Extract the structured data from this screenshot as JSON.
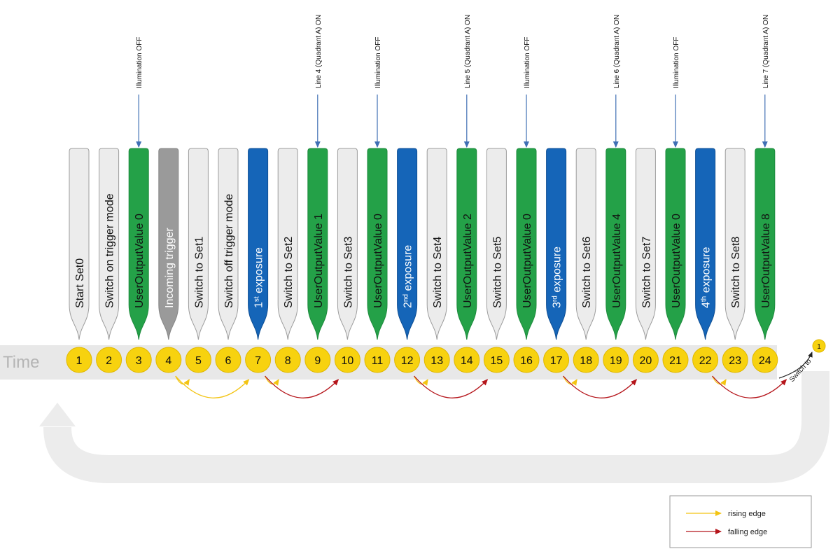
{
  "time_label": "Time",
  "steps": [
    {
      "n": "1",
      "label": "Start Set0",
      "kind": "white"
    },
    {
      "n": "2",
      "label": "Switch on trigger mode",
      "kind": "white"
    },
    {
      "n": "3",
      "label": "UserOutputValue 0",
      "kind": "green"
    },
    {
      "n": "4",
      "label": "Incoming trigger",
      "kind": "gray"
    },
    {
      "n": "5",
      "label": "Switch to Set1",
      "kind": "white"
    },
    {
      "n": "6",
      "label": "Switch off trigger mode",
      "kind": "white"
    },
    {
      "n": "7",
      "label": "exposure",
      "ordinal": "1",
      "sup": "st",
      "kind": "blue"
    },
    {
      "n": "8",
      "label": "Switch to Set2",
      "kind": "white"
    },
    {
      "n": "9",
      "label": "UserOutputValue 1",
      "kind": "green"
    },
    {
      "n": "10",
      "label": "Switch to Set3",
      "kind": "white"
    },
    {
      "n": "11",
      "label": "UserOutputValue 0",
      "kind": "green"
    },
    {
      "n": "12",
      "label": "exposure",
      "ordinal": "2",
      "sup": "nd",
      "kind": "blue"
    },
    {
      "n": "13",
      "label": "Switch to Set4",
      "kind": "white"
    },
    {
      "n": "14",
      "label": "UserOutputValue 2",
      "kind": "green"
    },
    {
      "n": "15",
      "label": "Switch to Set5",
      "kind": "white"
    },
    {
      "n": "16",
      "label": "UserOutputValue 0",
      "kind": "green"
    },
    {
      "n": "17",
      "label": "exposure",
      "ordinal": "3",
      "sup": "rd",
      "kind": "blue"
    },
    {
      "n": "18",
      "label": "Switch to Set6",
      "kind": "white"
    },
    {
      "n": "19",
      "label": "UserOutputValue 4",
      "kind": "green"
    },
    {
      "n": "20",
      "label": "Switch to Set7",
      "kind": "white"
    },
    {
      "n": "21",
      "label": "UserOutputValue 0",
      "kind": "green"
    },
    {
      "n": "22",
      "label": "exposure",
      "ordinal": "4",
      "sup": "th",
      "kind": "blue"
    },
    {
      "n": "23",
      "label": "Switch to Set8",
      "kind": "white"
    },
    {
      "n": "24",
      "label": "UserOutputValue 8",
      "kind": "green"
    }
  ],
  "annotations": [
    {
      "step": 3,
      "text": "Illumination OFF"
    },
    {
      "step": 9,
      "text": "Line 4 (Quadrant A) ON"
    },
    {
      "step": 11,
      "text": "Illumination OFF"
    },
    {
      "step": 14,
      "text": "Line 5 (Quadrant A) ON"
    },
    {
      "step": 16,
      "text": "Illumination OFF"
    },
    {
      "step": 19,
      "text": "Line 6 (Quadrant A) ON"
    },
    {
      "step": 21,
      "text": "Illumination OFF"
    },
    {
      "step": 24,
      "text": "Line 7 (Quadrant A) ON"
    }
  ],
  "edges": [
    {
      "from": 4,
      "to": 5,
      "type": "rising"
    },
    {
      "from": 4,
      "to": 7,
      "type": "rising"
    },
    {
      "from": 7,
      "to": 8,
      "type": "rising"
    },
    {
      "from": 7,
      "to": 10,
      "type": "falling"
    },
    {
      "from": 12,
      "to": 13,
      "type": "rising"
    },
    {
      "from": 12,
      "to": 15,
      "type": "falling"
    },
    {
      "from": 17,
      "to": 18,
      "type": "rising"
    },
    {
      "from": 17,
      "to": 20,
      "type": "falling"
    },
    {
      "from": 22,
      "to": 23,
      "type": "rising"
    },
    {
      "from": 22,
      "to": 25,
      "type": "falling"
    }
  ],
  "loop": {
    "text": "Switch to",
    "target": "1"
  },
  "legend": {
    "rising": "rising edge",
    "falling": "falling edge"
  },
  "colors": {
    "white_card": "#ececec",
    "green_card": "#24a148",
    "blue_card": "#1565b8",
    "gray_card": "#9a9a9a",
    "step_circle": "#f7d20f",
    "rising_arrow": "#f3c413",
    "falling_arrow": "#b5151b",
    "annotation_arrow": "#3f6fb4",
    "timeline_band": "#e8e8e8"
  }
}
